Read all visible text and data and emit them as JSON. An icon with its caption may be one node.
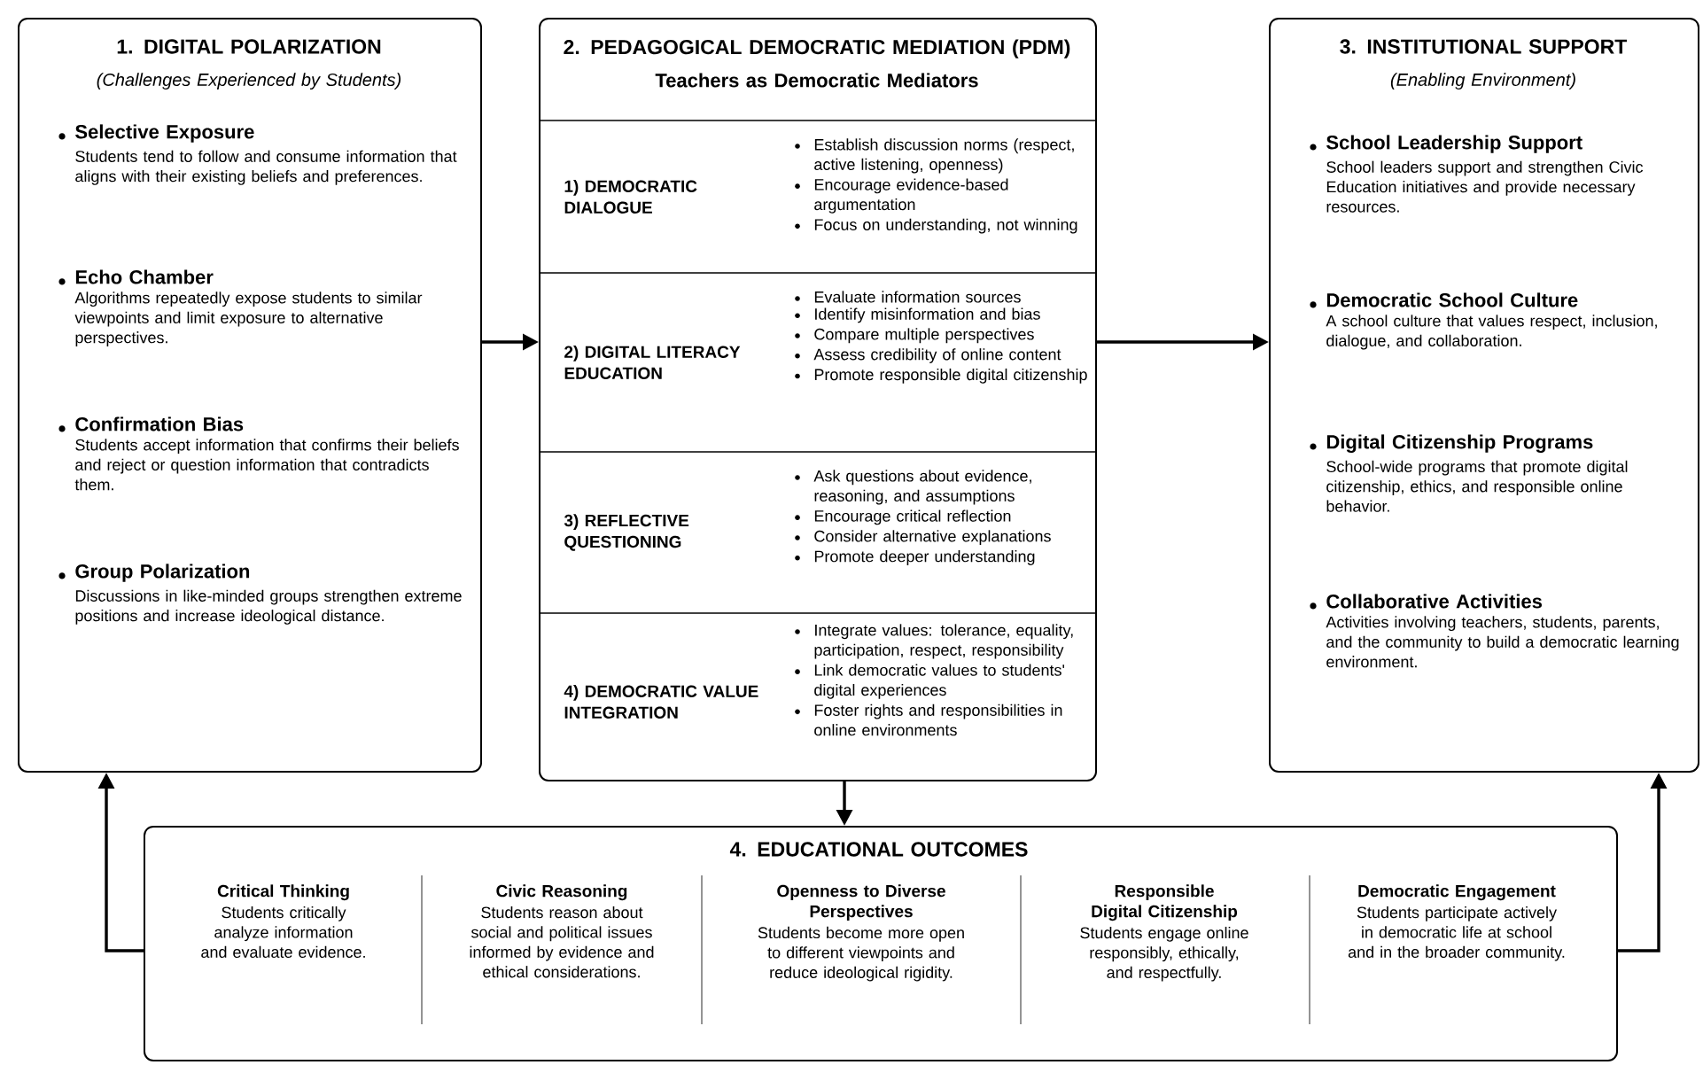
{
  "diagram": {
    "nodes": [
      {
        "text": [
          "1. DIGITAL POLARIZATION",
          "(Challenges Experienced by Students)",
          "Selective Exposure",
          "Students tend to follow and consume information that aligns with their existing beliefs and preferences.",
          "Echo Chamber",
          "Algorithms repeatedly expose students to similar viewpoints and limit exposure to alternative perspectives.",
          "Confirmation Bias",
          "Students accept information that confirms their beliefs and reject or question information that contradicts them.",
          "Group Polarization",
          "Discussions in like-minded groups strengthen extreme positions and increase ideological distance."
        ]
      },
      {
        "text": [
          "2. PEDAGOGICAL DEMOCRATIC MEDIATION (PDM)",
          "Teachers as Democratic Mediators"
        ]
      },
      {
        "text": [
          "1) DEMOCRATIC DIALOGUE",
          "Establish discussion norms (respect, active listening, openness)",
          "Encourage evidence-based argumentation",
          "Focus on understanding, not winning"
        ],
        "in": 1
      },
      {
        "text": [
          "2) DIGITAL LITERACY EDUCATION",
          "Evaluate information sources",
          "Identify misinformation and bias",
          "Compare multiple perspectives",
          "Assess credibility of online content",
          "Promote responsible digital citizenship"
        ],
        "in": 1
      },
      {
        "text": [
          "3) REFLECTIVE QUESTIONING",
          "Ask questions about evidence, reasoning, and assumptions",
          "Encourage critical reflection",
          "Consider alternative explanations",
          "Promote deeper understanding"
        ],
        "in": 1
      },
      {
        "text": [
          "4) DEMOCRATIC VALUE INTEGRATION",
          "Integrate values: tolerance, equality, participation, respect, responsibility",
          "Link democratic values to students' digital experiences",
          "Foster rights and responsibilities in online environments"
        ],
        "in": 1
      },
      {
        "text": [
          "3. INSTITUTIONAL SUPPORT",
          "(Enabling Environment)",
          "School Leadership Support",
          "School leaders support and strengthen Civic Education initiatives and provide necessary resources.",
          "Democratic School Culture",
          "A school culture that values respect, inclusion, dialogue, and collaboration.",
          "Digital Citizenship Programs",
          "School-wide programs that promote digital citizenship, ethics, and responsible online behavior.",
          "Collaborative Activities",
          "Activities involving teachers, students, parents, and the community to build a democratic learning environment."
        ]
      },
      {
        "text": [
          "4. EDUCATIONAL OUTCOMES",
          "Critical Thinking",
          "Students critically analyze information and evaluate evidence.",
          "Civic Reasoning",
          "Students reason about social and political issues informed by evidence and ethical considerations.",
          "Openness to Diverse Perspectives",
          "Students become more open to different viewpoints and reduce ideological rigidity.",
          "Responsible Digital Citizenship",
          "Students engage online responsibly, ethically, and respectfully.",
          "Democratic Engagement",
          "Students participate actively in democratic life at school and in the broader community."
        ]
      }
    ],
    "edges": [
      {
        "from": 0,
        "to": 1,
        "arrow": "to"
      },
      {
        "from": 1,
        "to": 6,
        "arrow": "to"
      },
      {
        "from": 1,
        "to": 7,
        "arrow": "to"
      },
      {
        "from": 7,
        "to": 0,
        "arrow": "to"
      },
      {
        "from": 7,
        "to": 6,
        "arrow": "to"
      }
    ]
  }
}
